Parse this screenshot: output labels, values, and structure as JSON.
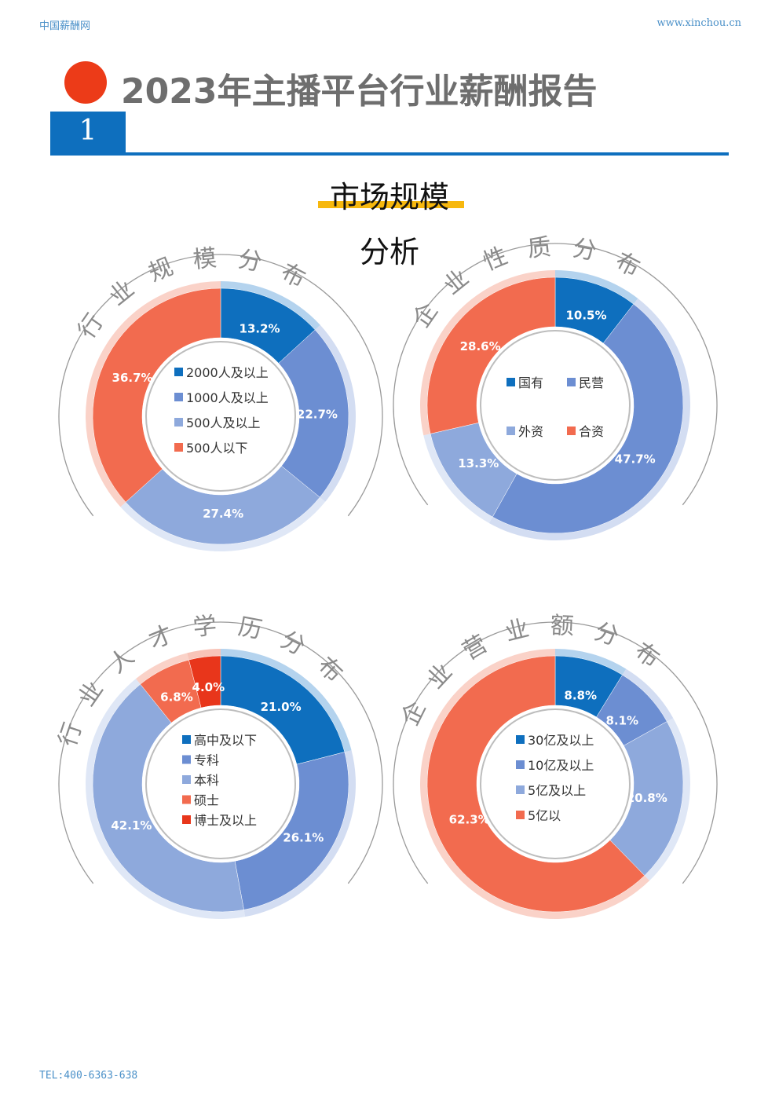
{
  "header": {
    "left": "中国薪酬网",
    "right": "www.xinchou.cn"
  },
  "title": "2023年主播平台行业薪酬报告",
  "section": {
    "number": "1",
    "title": "市场规模",
    "title2": "分析"
  },
  "footer": "TEL:400-6363-638",
  "colors": {
    "blue_dark": "#0e6fbe",
    "blue_mid": "#6c8ed2",
    "blue_light": "#8ea9dc",
    "orange": "#f26b4f",
    "red": "#e8361b"
  },
  "chart_data": [
    {
      "type": "pie",
      "title": "行业规模分布",
      "categories": [
        "2000人及以上",
        "1000人及以上",
        "500人及以上",
        "500人以下"
      ],
      "values": [
        13.2,
        22.7,
        27.4,
        36.7
      ],
      "labels": [
        "13.2%",
        "22.7%",
        "27.4%",
        "36.7%"
      ],
      "colors": [
        "#0e6fbe",
        "#6c8ed2",
        "#8ea9dc",
        "#f26b4f"
      ]
    },
    {
      "type": "pie",
      "title": "企业性质分布",
      "categories": [
        "国有",
        "民营",
        "外资",
        "合资"
      ],
      "values": [
        10.5,
        47.7,
        13.3,
        28.6
      ],
      "labels": [
        "10.5%",
        "47.7%",
        "13.3%",
        "28.6%"
      ],
      "colors": [
        "#0e6fbe",
        "#6c8ed2",
        "#8ea9dc",
        "#f26b4f"
      ]
    },
    {
      "type": "pie",
      "title": "行业人才学历分布",
      "categories": [
        "高中及以下",
        "专科",
        "本科",
        "硕士",
        "博士及以上"
      ],
      "values": [
        21.0,
        26.1,
        42.1,
        6.8,
        4.0
      ],
      "labels": [
        "21.0%",
        "26.1%",
        "42.1%",
        "6.8%",
        "4.0%"
      ],
      "colors": [
        "#0e6fbe",
        "#6c8ed2",
        "#8ea9dc",
        "#f26b4f",
        "#e8361b"
      ]
    },
    {
      "type": "pie",
      "title": "企业营业额分布",
      "categories": [
        "30亿及以上",
        "10亿及以上",
        "5亿及以上",
        "5亿以"
      ],
      "values": [
        8.8,
        8.1,
        20.8,
        62.3
      ],
      "labels": [
        "8.8%",
        "8.1%",
        "20.8%",
        "62.3%"
      ],
      "colors": [
        "#0e6fbe",
        "#6c8ed2",
        "#8ea9dc",
        "#f26b4f"
      ]
    }
  ]
}
